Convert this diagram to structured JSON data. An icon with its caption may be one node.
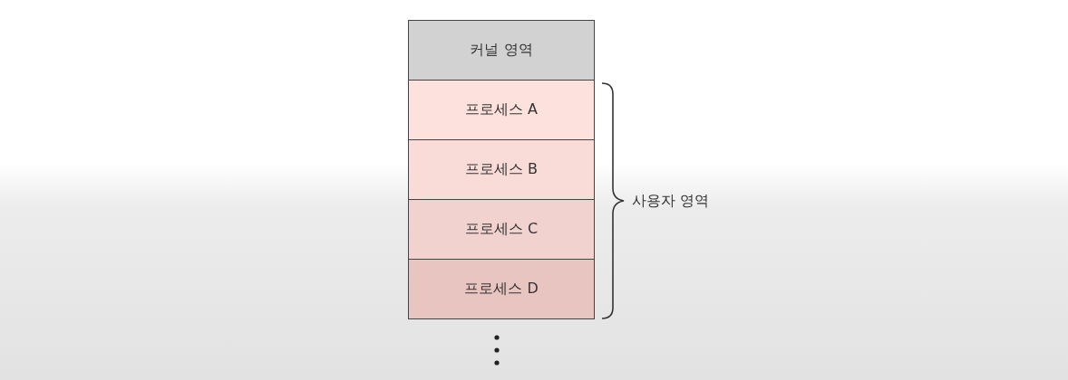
{
  "diagram": {
    "nodes": [
      {
        "text": [
          "커널 영역"
        ]
      },
      {
        "text": [
          "프로세스 A"
        ]
      },
      {
        "text": [
          "프로세스 B"
        ]
      },
      {
        "text": [
          "프로세스 C"
        ]
      },
      {
        "text": [
          "프로세스 D"
        ]
      }
    ],
    "labels": [
      "사용자 영역"
    ]
  }
}
